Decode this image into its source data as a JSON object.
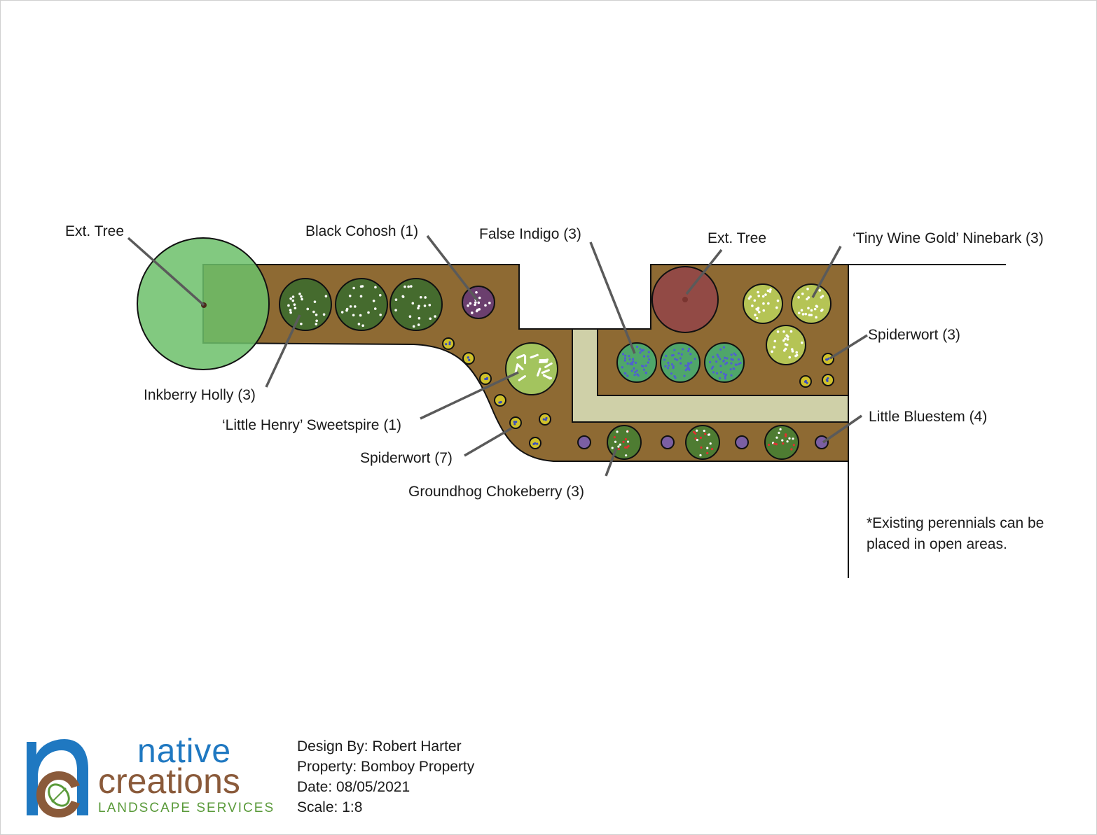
{
  "plan": {
    "title": "Planting Plan",
    "colors": {
      "bed": "#8e6a33",
      "path": "#cfd0a8",
      "tree_green": "#7dc67b",
      "tree_red": "#924a45",
      "inkberry": "#456b2e",
      "black_cohosh": "#6b3f6e",
      "sweetspire": "#a3c45e",
      "false_indigo": "#4fa66a",
      "ninebark": "#b5c455",
      "spiderwort": "#cfc12b",
      "little_bluestem": "#7b5fa3",
      "chokeberry": "#4e7c32",
      "leader": "#5a5a5a"
    },
    "labels": {
      "ext_tree_left": "Ext. Tree",
      "black_cohosh": "Black Cohosh (1)",
      "false_indigo": "False Indigo (3)",
      "ext_tree_right": "Ext. Tree",
      "ninebark": "‘Tiny Wine Gold’ Ninebark (3)",
      "spiderwort_right": "Spiderwort (3)",
      "little_bluestem": "Little Bluestem (4)",
      "inkberry": "Inkberry Holly (3)",
      "sweetspire": "‘Little Henry’ Sweetspire (1)",
      "spiderwort_left": "Spiderwort (7)",
      "chokeberry": "Groundhog Chokeberry (3)"
    },
    "plants": [
      {
        "name": "Ext. Tree",
        "count": 1
      },
      {
        "name": "Inkberry Holly",
        "count": 3
      },
      {
        "name": "Black Cohosh",
        "count": 1
      },
      {
        "name": "'Little Henry' Sweetspire",
        "count": 1
      },
      {
        "name": "Spiderwort",
        "count": 7
      },
      {
        "name": "False Indigo",
        "count": 3
      },
      {
        "name": "Ext. Tree",
        "count": 1
      },
      {
        "name": "'Tiny Wine Gold' Ninebark",
        "count": 3
      },
      {
        "name": "Spiderwort",
        "count": 3
      },
      {
        "name": "Little Bluestem",
        "count": 4
      },
      {
        "name": "Groundhog Chokeberry",
        "count": 3
      }
    ],
    "note": "*Existing perennials can be placed in open areas."
  },
  "titleblock": {
    "logo": {
      "line1": "native",
      "line2": "creations",
      "line3": "LANDSCAPE SERVICES",
      "blue": "#1f78c1",
      "brown": "#8a5a3a",
      "green": "#5a9a3a"
    },
    "design_by": "Design By: Robert Harter",
    "property": "Property: Bomboy Property",
    "date": "Date: 08/05/2021",
    "scale": "Scale: 1:8"
  }
}
